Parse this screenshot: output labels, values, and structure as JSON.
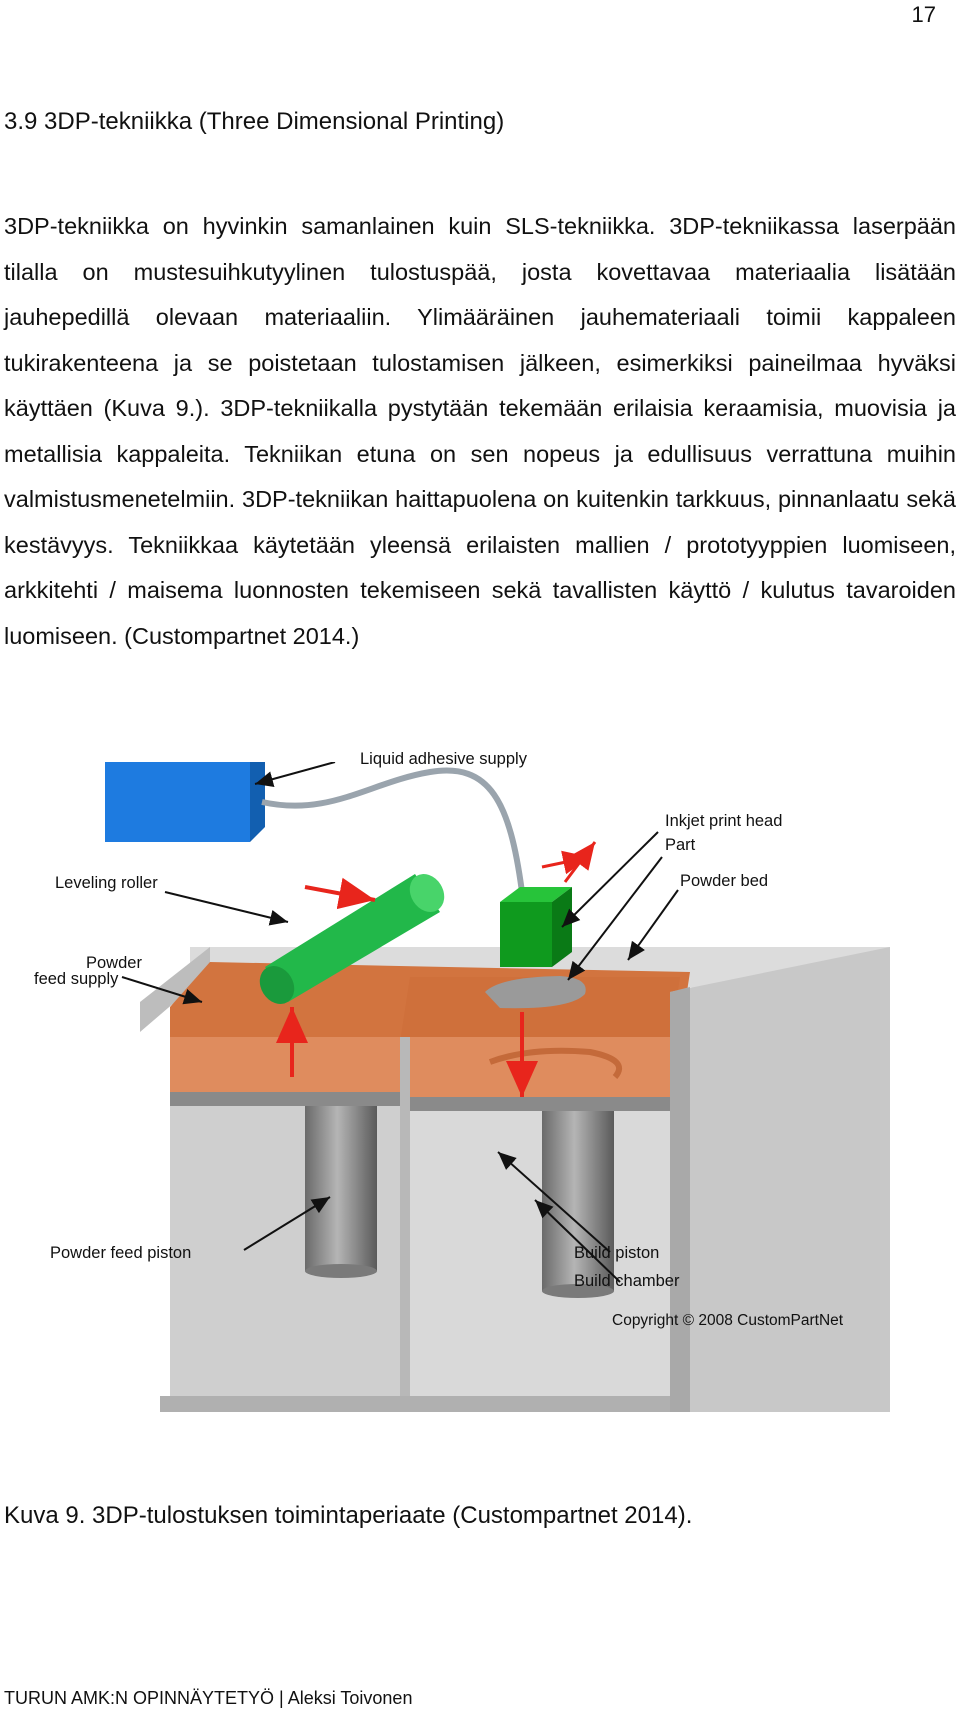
{
  "page_number": "17",
  "section_heading": "3.9 3DP-tekniikka (Three Dimensional Printing)",
  "paragraph": "3DP-tekniikka on hyvinkin samanlainen kuin SLS-tekniikka. 3DP-tekniikassa laserpään tilalla on mustesuihkutyylinen tulostuspää, josta kovettavaa materiaalia lisätään jauhepedillä olevaan materiaaliin. Ylimääräinen jauhemateriaali toimii kappaleen tukirakenteena ja se poistetaan tulostamisen jälkeen, esimerkiksi paineilmaa hyväksi käyttäen (Kuva 9.). 3DP-tekniikalla pystytään tekemään erilaisia keraamisia, muovisia ja metallisia kappaleita. Tekniikan etuna on sen nopeus ja edullisuus verrattuna muihin valmistusmenetelmiin. 3DP-tekniikan haittapuolena on kuitenkin tarkkuus, pinnanlaatu sekä kestävyys. Tekniikkaa käytetään yleensä erilaisten mallien / prototyyppien luomiseen, arkkitehti / maisema luonnosten tekemiseen sekä tavallisten käyttö / kulutus tavaroiden luomiseen. (Custompartnet 2014.)",
  "figure": {
    "labels": {
      "liquid_adhesive_supply": "Liquid adhesive supply",
      "inkjet_print_head": "Inkjet print head",
      "part": "Part",
      "powder_bed": "Powder bed",
      "leveling_roller": "Leveling roller",
      "powder_feed_supply_line1": "Powder",
      "powder_feed_supply_line2": "feed supply",
      "powder_feed_piston": "Powder feed piston",
      "build_piston": "Build piston",
      "build_chamber": "Build chamber",
      "copyright": "Copyright © 2008 CustomPartNet"
    },
    "colors": {
      "supply_box": "#1e7be0",
      "roller": "#22b84a",
      "print_head": "#0f9a1e",
      "powder": "#d97a48",
      "walls": "#c9c9c9",
      "arrows_motion": "#e8251c"
    }
  },
  "caption": "Kuva 9. 3DP-tulostuksen toimintaperiaate (Custompartnet 2014).",
  "footer": "TURUN AMK:N OPINNÄYTETYÖ | Aleksi Toivonen"
}
